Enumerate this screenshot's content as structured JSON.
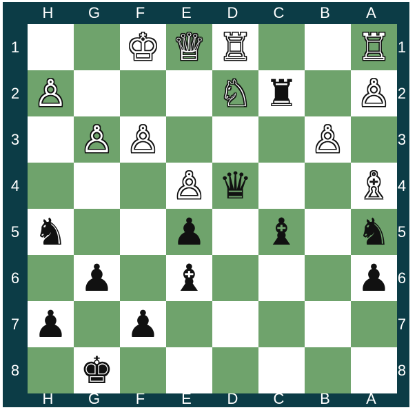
{
  "board": {
    "files": [
      "H",
      "G",
      "F",
      "E",
      "D",
      "C",
      "B",
      "A"
    ],
    "ranks": [
      "1",
      "2",
      "3",
      "4",
      "5",
      "6",
      "7",
      "8"
    ],
    "colors": {
      "frame": "#0c3c46",
      "light": "#ffffff",
      "dark": "#6fa36c"
    },
    "pieces": [
      {
        "square": "f1",
        "color": "white",
        "type": "king",
        "glyph": "♔"
      },
      {
        "square": "e1",
        "color": "white",
        "type": "queen",
        "glyph": "♕"
      },
      {
        "square": "d1",
        "color": "white",
        "type": "rook",
        "glyph": "♖"
      },
      {
        "square": "a1",
        "color": "white",
        "type": "rook",
        "glyph": "♖"
      },
      {
        "square": "h2",
        "color": "white",
        "type": "pawn",
        "glyph": "♙"
      },
      {
        "square": "d2",
        "color": "white",
        "type": "knight",
        "glyph": "♘"
      },
      {
        "square": "c2",
        "color": "black",
        "type": "rook",
        "glyph": "♜"
      },
      {
        "square": "a2",
        "color": "white",
        "type": "pawn",
        "glyph": "♙"
      },
      {
        "square": "g3",
        "color": "white",
        "type": "pawn",
        "glyph": "♙"
      },
      {
        "square": "f3",
        "color": "white",
        "type": "pawn",
        "glyph": "♙"
      },
      {
        "square": "b3",
        "color": "white",
        "type": "pawn",
        "glyph": "♙"
      },
      {
        "square": "e4",
        "color": "white",
        "type": "pawn",
        "glyph": "♙"
      },
      {
        "square": "d4",
        "color": "black",
        "type": "queen",
        "glyph": "♛"
      },
      {
        "square": "a4",
        "color": "white",
        "type": "bishop",
        "glyph": "♗"
      },
      {
        "square": "h5",
        "color": "black",
        "type": "knight",
        "glyph": "♞"
      },
      {
        "square": "e5",
        "color": "black",
        "type": "pawn",
        "glyph": "♟"
      },
      {
        "square": "c5",
        "color": "black",
        "type": "bishop",
        "glyph": "♝"
      },
      {
        "square": "a5",
        "color": "black",
        "type": "knight",
        "glyph": "♞"
      },
      {
        "square": "g6",
        "color": "black",
        "type": "pawn",
        "glyph": "♟"
      },
      {
        "square": "e6",
        "color": "black",
        "type": "bishop",
        "glyph": "♝"
      },
      {
        "square": "a6",
        "color": "black",
        "type": "pawn",
        "glyph": "♟"
      },
      {
        "square": "h7",
        "color": "black",
        "type": "pawn",
        "glyph": "♟"
      },
      {
        "square": "f7",
        "color": "black",
        "type": "pawn",
        "glyph": "♟"
      },
      {
        "square": "g8",
        "color": "black",
        "type": "king",
        "glyph": "♚"
      }
    ]
  }
}
